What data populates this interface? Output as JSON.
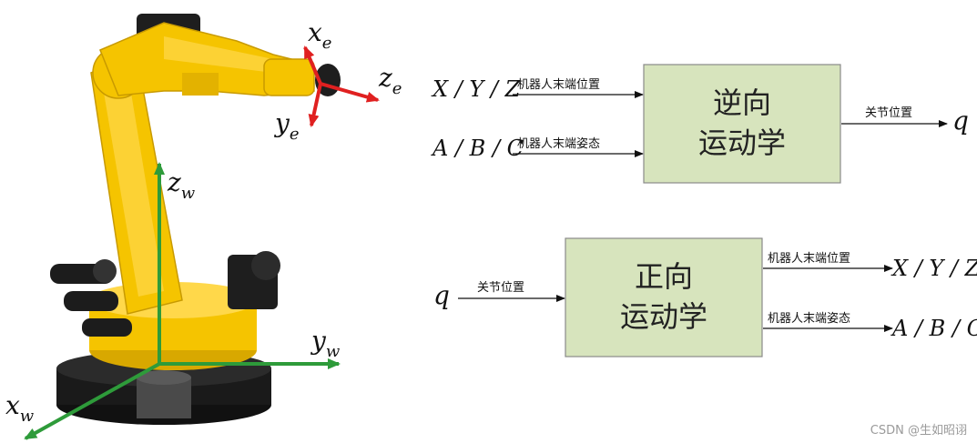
{
  "robot": {
    "world_frame": {
      "x_label": "x",
      "x_sub": "w",
      "y_label": "y",
      "y_sub": "w",
      "z_label": "z",
      "z_sub": "w",
      "color": "#2e9b3a"
    },
    "end_frame": {
      "x_label": "x",
      "x_sub": "e",
      "y_label": "y",
      "y_sub": "e",
      "z_label": "z",
      "z_sub": "e",
      "color": "#e02020"
    },
    "body_color": "#f5c400",
    "base_color": "#1a1a1a"
  },
  "inverse": {
    "input_pos_vars": "X / Y / Z",
    "input_pos_label": "机器人末端位置",
    "input_ori_vars": "A / B / C",
    "input_ori_label": "机器人末端姿态",
    "box_line1": "逆向",
    "box_line2": "运动学",
    "output_label": "关节位置",
    "output_var": "q"
  },
  "forward": {
    "input_var": "q",
    "input_label": "关节位置",
    "box_line1": "正向",
    "box_line2": "运动学",
    "output_pos_label": "机器人末端位置",
    "output_pos_vars": "X / Y / Z",
    "output_ori_label": "机器人末端姿态",
    "output_ori_vars": "A / B / C"
  },
  "colors": {
    "box_fill": "#d7e4bd",
    "box_stroke": "#8a8a8a"
  },
  "watermark": "CSDN @生如昭诩"
}
